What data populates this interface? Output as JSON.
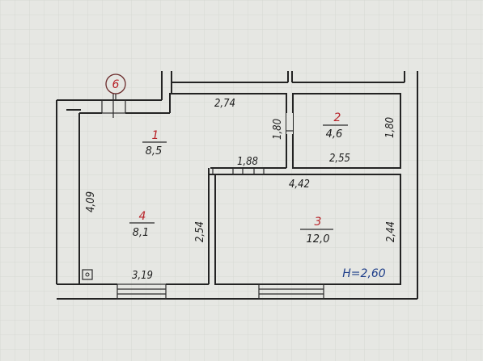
{
  "axis_marker": "6",
  "rooms": [
    {
      "number": "1",
      "area": "8,5"
    },
    {
      "number": "2",
      "area": "4,6"
    },
    {
      "number": "3",
      "area": "12,0"
    },
    {
      "number": "4",
      "area": "8,1"
    }
  ],
  "dimensions": {
    "room1_top": "2,74",
    "room1_right": "1,80",
    "room2_right": "1,80",
    "room2_bottom": "2,55",
    "door_opening": "1,88",
    "room3_top": "4,42",
    "room3_right": "2,44",
    "room4_left": "4,09",
    "room4_right": "2,54",
    "room4_bottom": "3,19"
  },
  "ceiling_height": "H=2,60",
  "colors": {
    "room_number": "#b8242a",
    "height_label": "#1f3f8a",
    "lines": "#232323"
  }
}
